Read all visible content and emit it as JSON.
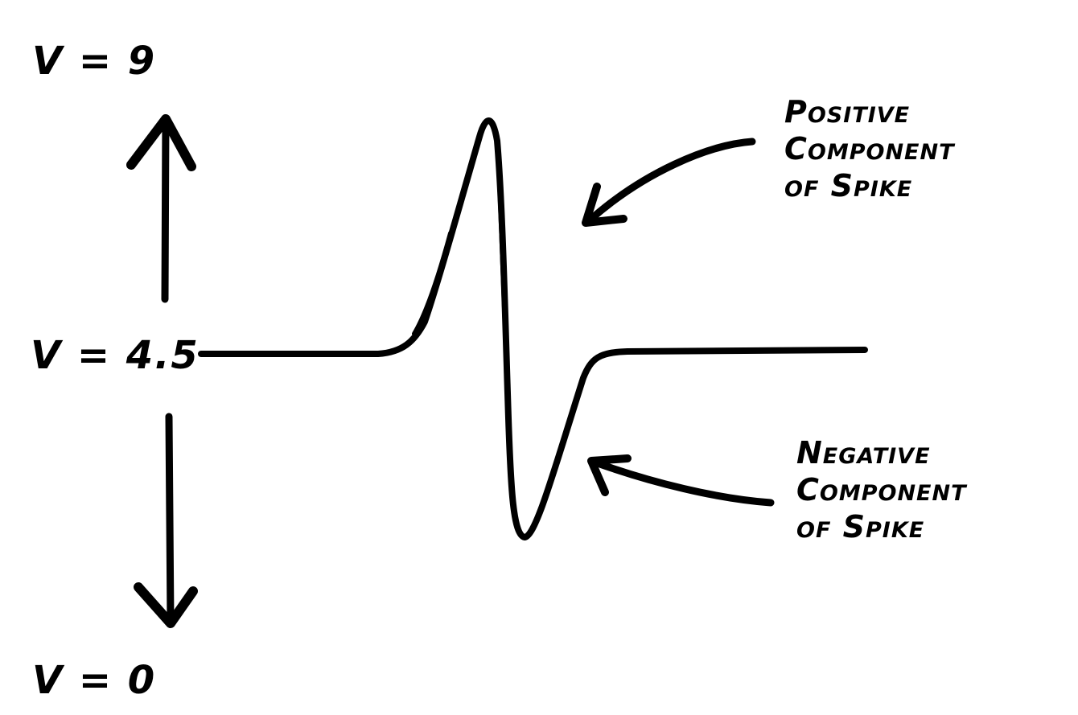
{
  "levels": {
    "top": "V = 9",
    "middle": "V = 4.5",
    "bottom": "V = 0"
  },
  "annotations": {
    "positive": [
      "Positive",
      "Component",
      "of Spike"
    ],
    "negative": [
      "Negative",
      "Component",
      "of Spike"
    ]
  }
}
